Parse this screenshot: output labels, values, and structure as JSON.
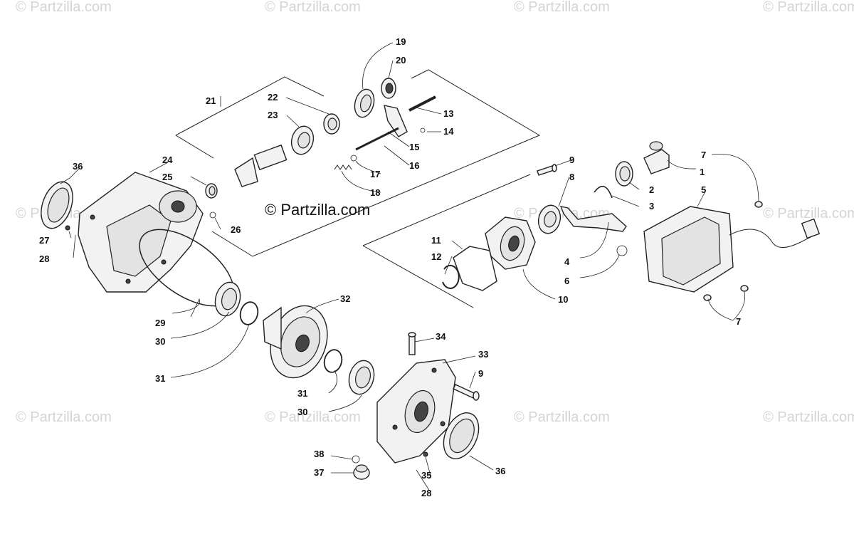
{
  "watermarks": {
    "corner": "© Partzilla.com",
    "center": "© Partzilla.com"
  },
  "callouts": [
    {
      "id": "c1",
      "text": "1"
    },
    {
      "id": "c2",
      "text": "2"
    },
    {
      "id": "c3",
      "text": "3"
    },
    {
      "id": "c4",
      "text": "4"
    },
    {
      "id": "c5",
      "text": "5"
    },
    {
      "id": "c6",
      "text": "6"
    },
    {
      "id": "c7a",
      "text": "7"
    },
    {
      "id": "c7b",
      "text": "7"
    },
    {
      "id": "c8",
      "text": "8"
    },
    {
      "id": "c9a",
      "text": "9"
    },
    {
      "id": "c9b",
      "text": "9"
    },
    {
      "id": "c10",
      "text": "10"
    },
    {
      "id": "c11",
      "text": "11"
    },
    {
      "id": "c12",
      "text": "12"
    },
    {
      "id": "c13",
      "text": "13"
    },
    {
      "id": "c14",
      "text": "14"
    },
    {
      "id": "c15",
      "text": "15"
    },
    {
      "id": "c16",
      "text": "16"
    },
    {
      "id": "c17",
      "text": "17"
    },
    {
      "id": "c18",
      "text": "18"
    },
    {
      "id": "c19",
      "text": "19"
    },
    {
      "id": "c20",
      "text": "20"
    },
    {
      "id": "c21",
      "text": "21"
    },
    {
      "id": "c22",
      "text": "22"
    },
    {
      "id": "c23",
      "text": "23"
    },
    {
      "id": "c24",
      "text": "24"
    },
    {
      "id": "c25",
      "text": "25"
    },
    {
      "id": "c26",
      "text": "26"
    },
    {
      "id": "c27",
      "text": "27"
    },
    {
      "id": "c28a",
      "text": "28"
    },
    {
      "id": "c28b",
      "text": "28"
    },
    {
      "id": "c29",
      "text": "29"
    },
    {
      "id": "c30a",
      "text": "30"
    },
    {
      "id": "c30b",
      "text": "30"
    },
    {
      "id": "c31a",
      "text": "31"
    },
    {
      "id": "c31b",
      "text": "31"
    },
    {
      "id": "c32",
      "text": "32"
    },
    {
      "id": "c33",
      "text": "33"
    },
    {
      "id": "c34",
      "text": "34"
    },
    {
      "id": "c35",
      "text": "35"
    },
    {
      "id": "c36a",
      "text": "36"
    },
    {
      "id": "c36b",
      "text": "36"
    },
    {
      "id": "c37",
      "text": "37"
    },
    {
      "id": "c38",
      "text": "38"
    }
  ],
  "colors": {
    "line": "#222222",
    "part_fill": "#f2f2f2",
    "watermark": "#d4d4d4"
  }
}
